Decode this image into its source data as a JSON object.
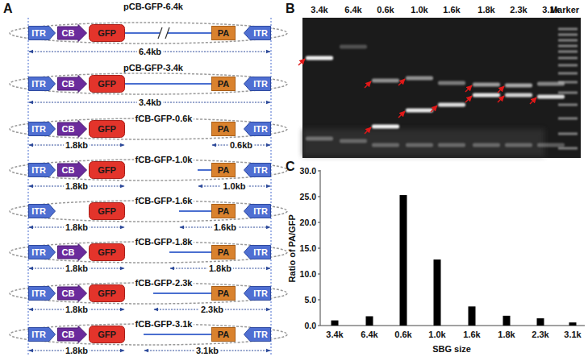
{
  "diagram": {
    "nodes": [
      {
        "text": [
          "ITR"
        ]
      },
      {
        "text": [
          "CB"
        ]
      },
      {
        "text": [
          "GFP"
        ]
      },
      {
        "text": [
          "PA"
        ]
      },
      {
        "text": [
          "ITR"
        ]
      },
      {
        "text": [
          "ITR"
        ]
      },
      {
        "text": [
          "CB"
        ]
      },
      {
        "text": [
          "GFP"
        ]
      },
      {
        "text": [
          "PA"
        ]
      },
      {
        "text": [
          "ITR"
        ]
      },
      {
        "text": [
          "ITR"
        ]
      },
      {
        "text": [
          "CB"
        ]
      },
      {
        "text": [
          "GFP"
        ]
      },
      {
        "text": [
          "PA"
        ]
      },
      {
        "text": [
          "ITR"
        ]
      },
      {
        "text": [
          "ITR"
        ]
      },
      {
        "text": [
          "CB"
        ]
      },
      {
        "text": [
          "GFP"
        ]
      },
      {
        "text": [
          "PA"
        ]
      },
      {
        "text": [
          "ITR"
        ]
      },
      {
        "text": [
          "ITR"
        ]
      },
      {
        "text": [
          "GFP"
        ]
      },
      {
        "text": [
          "PA"
        ]
      },
      {
        "text": [
          "ITR"
        ]
      },
      {
        "text": [
          "ITR"
        ]
      },
      {
        "text": [
          "CB"
        ]
      },
      {
        "text": [
          "GFP"
        ]
      },
      {
        "text": [
          "PA"
        ]
      },
      {
        "text": [
          "ITR"
        ]
      },
      {
        "text": [
          "ITR"
        ]
      },
      {
        "text": [
          "CB"
        ]
      },
      {
        "text": [
          "GFP"
        ]
      },
      {
        "text": [
          "PA"
        ]
      },
      {
        "text": [
          "ITR"
        ]
      },
      {
        "text": [
          "ITR"
        ]
      },
      {
        "text": [
          "CB"
        ]
      },
      {
        "text": [
          "GFP"
        ]
      },
      {
        "text": [
          "PA"
        ]
      },
      {
        "text": [
          "ITR"
        ]
      }
    ],
    "labels": [
      "A",
      "B",
      "C",
      "pCB-GFP-6.4k",
      "6.4kb",
      "pCB-GFP-3.4k",
      "3.4kb",
      "fCB-GFP-0.6k",
      "1.8kb",
      "0.6kb",
      "fCB-GFP-1.0k",
      "1.8kb",
      "1.0kb",
      "fCB-GFP-1.6k",
      "1.8kb",
      "1.6kb",
      "fCB-GFP-1.8k",
      "1.8kb",
      "1.8kb",
      "fCB-GFP-2.3k",
      "1.8kb",
      "2.3kb",
      "fCB-GFP-3.1k",
      "1.8kb",
      "3.1kb",
      "3.4k",
      "6.4k",
      "0.6k",
      "1.0k",
      "1.6k",
      "1.8k",
      "2.3k",
      "3.1k",
      "Marker",
      "30.0",
      "25.0",
      "20.0",
      "15.0",
      "10.0",
      "5.0",
      "0.0",
      "Ratio of PA/GFP",
      "3.4k",
      "6.4k",
      "0.6k",
      "1.0k",
      "1.6k",
      "1.8k",
      "2.3k",
      "3.1k",
      "SBG size"
    ]
  }
}
